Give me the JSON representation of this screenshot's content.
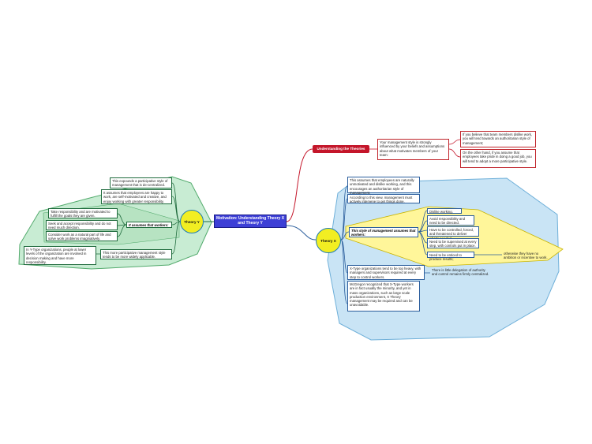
{
  "central": {
    "label": "Motivation: Understanding Theory X and Theory Y"
  },
  "understanding": {
    "label": "Understanding the Theories",
    "intro": "Your management style is strongly influenced by your beliefs and assumptions about what motivates members of your team:",
    "x_case": "If you believe that team members dislike work, you will tend towards an authoritarian style of management;",
    "y_case": "On the other hand, if you assume that employees take pride in doing a good job, you will tend to adopt a more participative style."
  },
  "theory_x": {
    "label": "Theory X",
    "assumes": "This assumes that employees are naturally unmotivated and dislike working, and this encourages an authoritarian style of management.",
    "view": "According to this view, management must actively intervene to get things done.",
    "style_label": "This style of management assumes that workers:",
    "traits": [
      "Dislike working.",
      "Avoid responsibility and need to be directed.",
      "Have to be controlled, forced, and threatened to deliver what's needed.",
      "Need to be supervised at every step, with controls put in place.",
      "Need to be enticed to produce results;"
    ],
    "enticed_note": "otherwise they have no ambition or incentive to work.",
    "orgs": "X-Type organizations tend to be top heavy, with managers and supervisors required at every step to control workers.",
    "orgs_note": "There is little delegation of authority and control remains firmly centralized.",
    "mcgregor": "McGregor recognized that X-Type workers are in fact usually the minority, and yet in mass organizations, such as large scale production environment, X Theory management may be required and can be unavoidable."
  },
  "theory_y": {
    "label": "Theory Y",
    "expands": "This expounds a participative style of management that is de-centralized.",
    "assumes_happy": "It assumes that employees are happy to work, are self-motivated and creative, and enjoy working with greater responsibility.",
    "assumes_label": "It assumes that workers:",
    "traits": [
      "Take responsibility and are motivated to fulfill the goals they are given.",
      "Seek and accept responsibility and do not need much direction.",
      "Consider work as a natural part of life and solve work problems imaginatively."
    ],
    "participative": "This more participative management style tends to be more widely applicable.",
    "orgs": "In Y-Type organizations, people at lower levels of the organization are involved in decision making and have more responsibility."
  },
  "colors": {
    "central": "#3d3fd6",
    "understanding": "#c4162a",
    "theory_circle": "#f2ee22",
    "x_region": "#c9e4f5",
    "y_region": "#c8ecd3",
    "inner_region": "#fff69a"
  }
}
